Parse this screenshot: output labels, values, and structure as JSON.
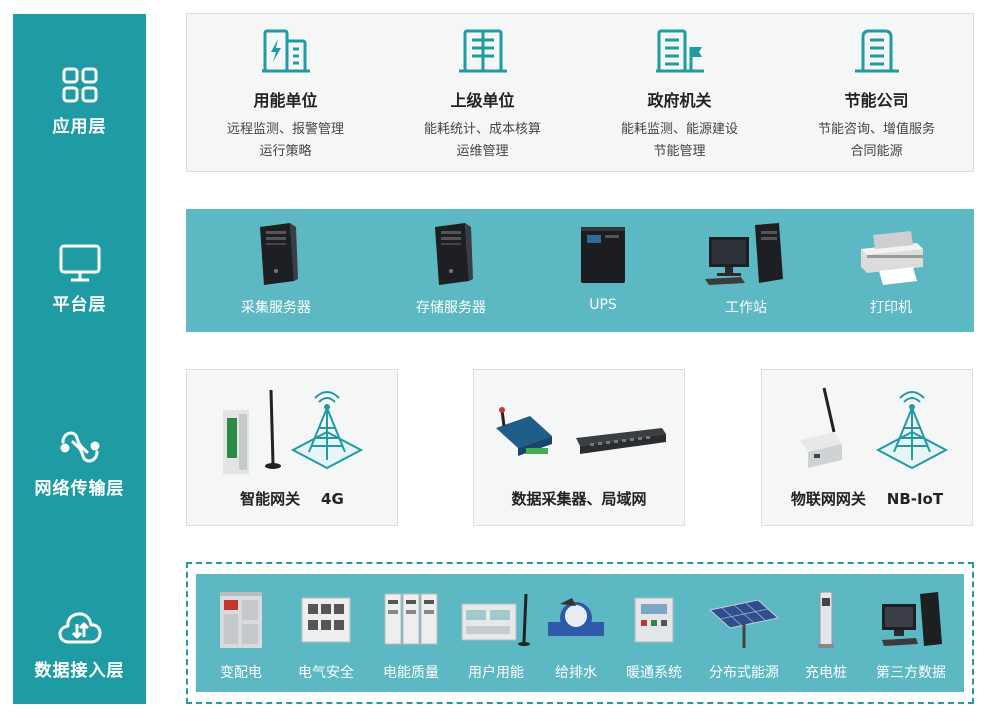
{
  "layers": [
    {
      "label": "应用层",
      "icon": "grid-icon"
    },
    {
      "label": "平台层",
      "icon": "monitor-icon"
    },
    {
      "label": "网络传输层",
      "icon": "link-icon"
    },
    {
      "label": "数据接入层",
      "icon": "cloud-icon"
    }
  ],
  "app": [
    {
      "title": "用能单位",
      "lines": [
        "远程监测、报警管理",
        "运行策略"
      ],
      "icon": "building-energy-icon"
    },
    {
      "title": "上级单位",
      "lines": [
        "能耗统计、成本核算",
        "运维管理"
      ],
      "icon": "building-icon"
    },
    {
      "title": "政府机关",
      "lines": [
        "能耗监测、能源建设",
        "节能管理"
      ],
      "icon": "government-building-icon"
    },
    {
      "title": "节能公司",
      "lines": [
        "节能咨询、增值服务",
        "合同能源"
      ],
      "icon": "company-building-icon"
    }
  ],
  "platform": [
    {
      "label": "采集服务器",
      "icon": "server-icon"
    },
    {
      "label": "存储服务器",
      "icon": "server-icon"
    },
    {
      "label": "UPS",
      "icon": "ups-icon"
    },
    {
      "label": "工作站",
      "icon": "workstation-icon"
    },
    {
      "label": "打印机",
      "icon": "printer-icon"
    }
  ],
  "network": [
    {
      "label": "智能网关    4G"
    },
    {
      "label": "数据采集器、局域网"
    },
    {
      "label": "物联网网关    NB-IoT"
    }
  ],
  "data_access": [
    {
      "label": "变配电",
      "icon": "switchgear-icon"
    },
    {
      "label": "电气安全",
      "icon": "meter-box-icon"
    },
    {
      "label": "电能质量",
      "icon": "power-quality-cabinet-icon"
    },
    {
      "label": "用户用能",
      "icon": "din-meter-icon"
    },
    {
      "label": "给排水",
      "icon": "water-meter-icon"
    },
    {
      "label": "暖通系统",
      "icon": "hvac-controller-icon"
    },
    {
      "label": "分布式能源",
      "icon": "solar-panel-icon"
    },
    {
      "label": "充电桩",
      "icon": "charging-pile-icon"
    },
    {
      "label": "第三方数据",
      "icon": "computer-icon"
    }
  ],
  "colors": {
    "accent": "#1f9ba3",
    "band": "#5cb8c2",
    "panel": "#f5f6f6"
  }
}
